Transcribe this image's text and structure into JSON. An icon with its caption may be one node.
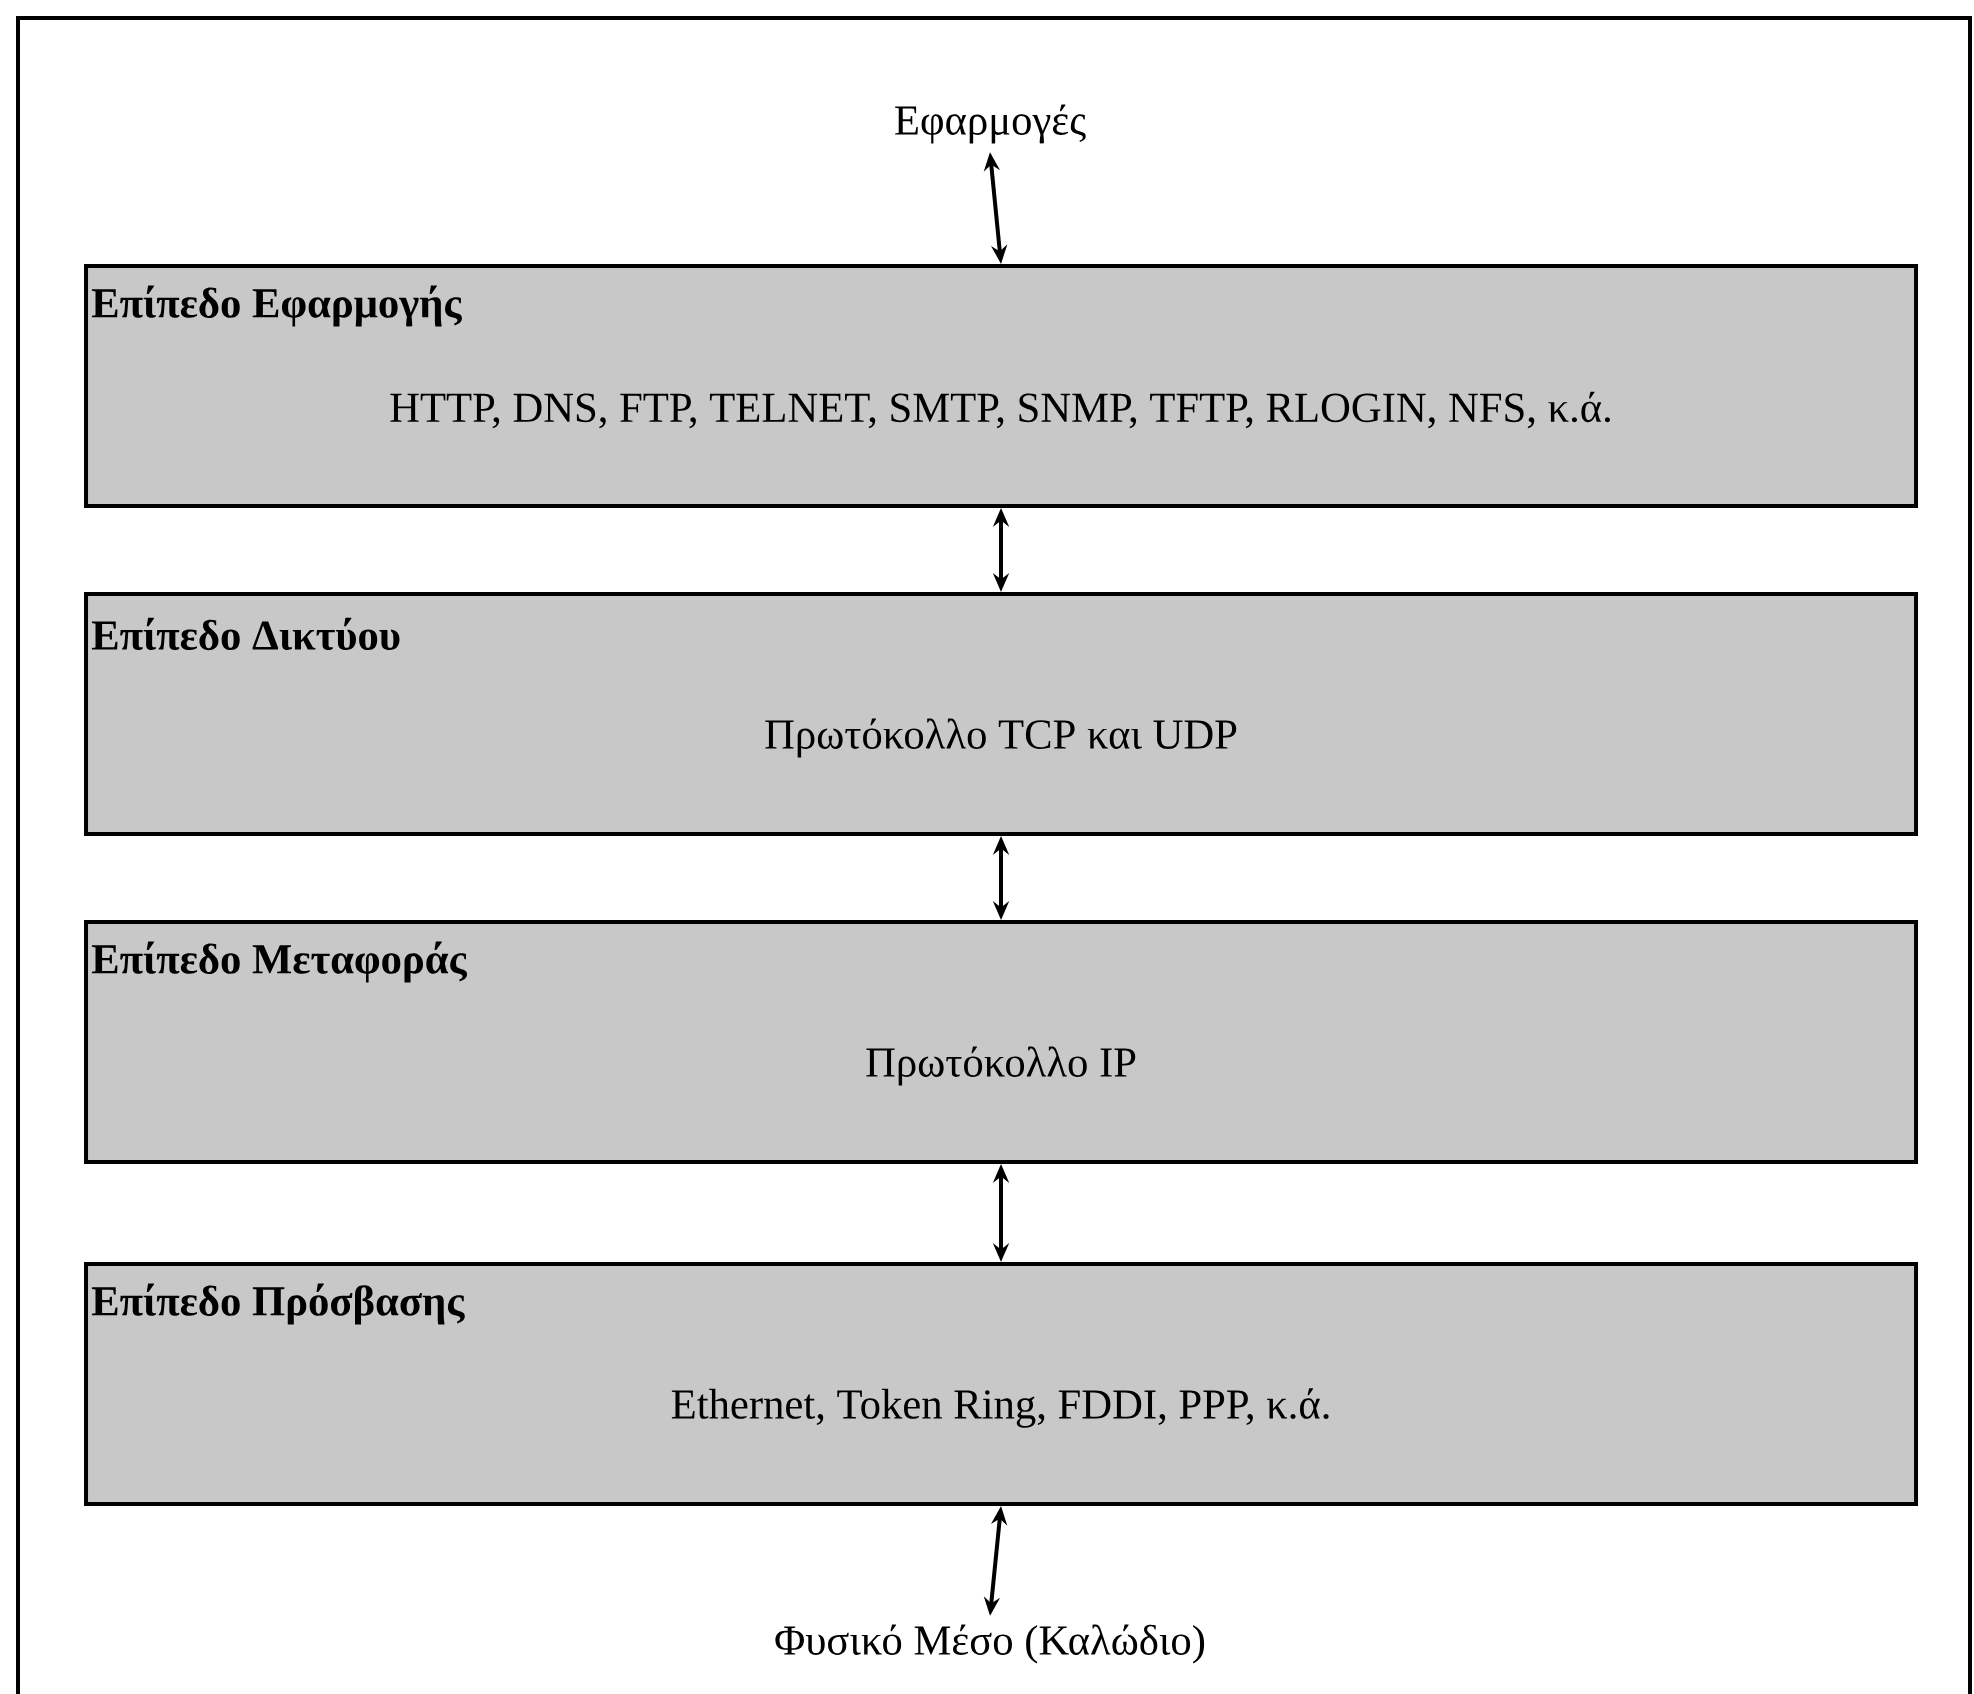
{
  "diagram": {
    "nodes": [
      {
        "text": [
          "Εφαρμογές"
        ]
      },
      {
        "text": [
          "Επίπεδο Εφαρμογής",
          "HTTP,  DNS, FTP, TELNET, SMTP, SNMP, TFTP, RLOGIN, NFS, κ.ά."
        ]
      },
      {
        "text": [
          "Επίπεδο Δικτύου",
          "Πρωτόκολλο  TCP και UDP"
        ]
      },
      {
        "text": [
          "Επίπεδο Μεταφοράς",
          "Πρωτόκολλο  IP"
        ]
      },
      {
        "text": [
          "Επίπεδο Πρόσβασης",
          "Ethernet,  Token Ring, FDDI, PPP, κ.ά."
        ]
      },
      {
        "text": [
          "Φυσικό Μέσο (Καλώδιο)"
        ]
      }
    ],
    "edges": [
      {
        "from": 0,
        "to": 1,
        "arrow": "both"
      },
      {
        "from": 1,
        "to": 2,
        "arrow": "both"
      },
      {
        "from": 2,
        "to": 3,
        "arrow": "both"
      },
      {
        "from": 3,
        "to": 4,
        "arrow": "both"
      },
      {
        "from": 4,
        "to": 5,
        "arrow": "both"
      }
    ]
  }
}
